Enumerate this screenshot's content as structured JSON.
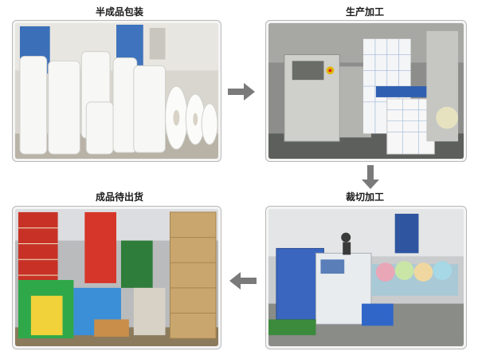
{
  "panels": [
    {
      "label": "半成品包装"
    },
    {
      "label": "生产加工"
    },
    {
      "label": "裁切加工"
    },
    {
      "label": "成品待出货"
    }
  ],
  "colors": {
    "arrow": "#7a7a7a",
    "frame": "#b9b9b9"
  }
}
